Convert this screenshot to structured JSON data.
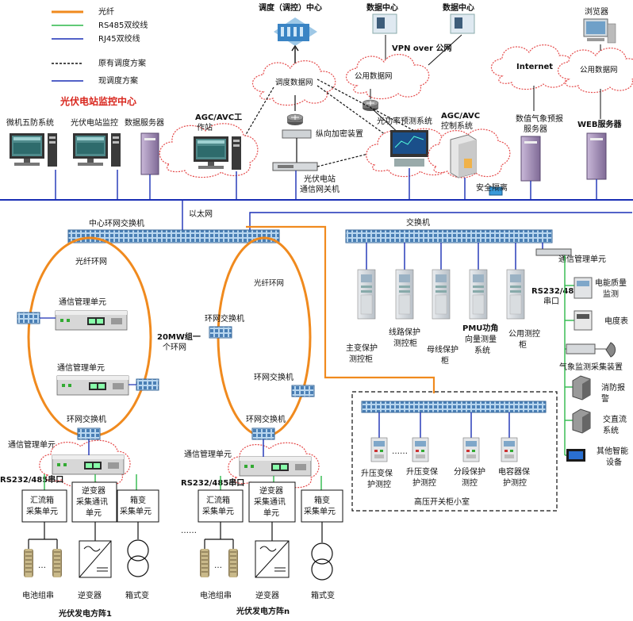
{
  "legend": {
    "fiber": "光纤",
    "rs485": "RS485双绞线",
    "rj45": "RJ45双绞线",
    "old_scheme": "原有调度方案",
    "new_scheme": "现调度方案",
    "center_title": "光伏电站监控中心"
  },
  "colors": {
    "fiber": "#f08a1e",
    "rs485": "#2db84a",
    "rj45": "#1a2fb5",
    "center_title": "#d8251c",
    "cloud_stroke": "#e54b4b",
    "switch_fill": "#b8d6ef"
  },
  "top": {
    "dispatch_center": "调度（调控）中心",
    "dispatch_net": "调度数据网",
    "data_center_1": "数据中心",
    "data_center_2": "数据中心",
    "vpn": "VPN over 公网",
    "public_net_1": "公用数据网",
    "browser": "浏览器",
    "internet": "Internet",
    "public_net_2": "公用数据网",
    "encryption": "纵向加密装置",
    "comm_gateway_1": "光伏电站",
    "comm_gateway_2": "通信网关机"
  },
  "center": {
    "wufang": "微机五防系统",
    "pv_monitor": "光伏电站监控",
    "data_server": "数据服务器",
    "agc_ws_1": "AGC/AVC工",
    "agc_ws_2": "作站",
    "power_forecast": "光功率预测系统",
    "agc_ctrl_1": "AGC/AVC",
    "agc_ctrl_2": "控制系统",
    "weather_1": "数值气象预报",
    "weather_2": "服务器",
    "web_server": "WEB服务器",
    "security_isolation": "安全隔离"
  },
  "network": {
    "center_ring_switch": "中心环网交换机",
    "ethernet": "以太网",
    "switch": "交换机",
    "fiber_ring_1": "光纤环网",
    "fiber_ring_2": "光纤环网",
    "ring_note_1": "20MW组一",
    "ring_note_2": "个环网",
    "ring_switch_1": "环网交换机",
    "ring_switch_2": "环网交换机",
    "ring_switch_3": "环网交换机",
    "ring_switch_4": "环网交换机",
    "comm_unit_1": "通信管理单元",
    "comm_unit_2": "通信管理单元",
    "comm_unit_3": "通信管理单元",
    "comm_unit_4": "通信管理单元",
    "comm_unit_right": "通信管理单元",
    "serial_1": "RS232/485串口",
    "serial_2": "RS232/485串口",
    "serial_right_1": "RS232/485",
    "serial_right_2": "串口"
  },
  "cabinets": {
    "c1": [
      "主变保护",
      "测控柜"
    ],
    "c2": [
      "线路保护",
      "测控柜"
    ],
    "c3": [
      "母线保护",
      "柜"
    ],
    "c4": [
      "PMU功角",
      "向量测量",
      "系统"
    ],
    "c5": [
      "公用测控",
      "柜"
    ]
  },
  "right_devices": {
    "power_quality_1": "电能质量",
    "power_quality_2": "监测",
    "meter": "电度表",
    "weather_monitor": "气象监测采集装置",
    "fire_1": "消防报",
    "fire_2": "警",
    "acdc_1": "交直流",
    "acdc_2": "系统",
    "other_1": "其他智能",
    "other_2": "设备"
  },
  "hv_room": {
    "title": "高压开关柜小室",
    "d1": [
      "升压变保",
      "护测控"
    ],
    "d2": [
      "升压变保",
      "护测控"
    ],
    "d3": [
      "分段保护",
      "测控"
    ],
    "d4": [
      "电容器保",
      "护测控"
    ],
    "ellipsis": "……"
  },
  "arrays": {
    "combiner": [
      "汇流箱",
      "采集单元"
    ],
    "inverter_comm": [
      "逆变器",
      "采集通讯",
      "单元"
    ],
    "box_transformer": [
      "箱变",
      "采集单元"
    ],
    "battery": "电池组串",
    "inverter": "逆变器",
    "transformer": "箱式变",
    "array_1": "光伏发电方阵1",
    "array_n": "光伏发电方阵n",
    "dots": "……",
    "ellipsis_small": "…"
  }
}
